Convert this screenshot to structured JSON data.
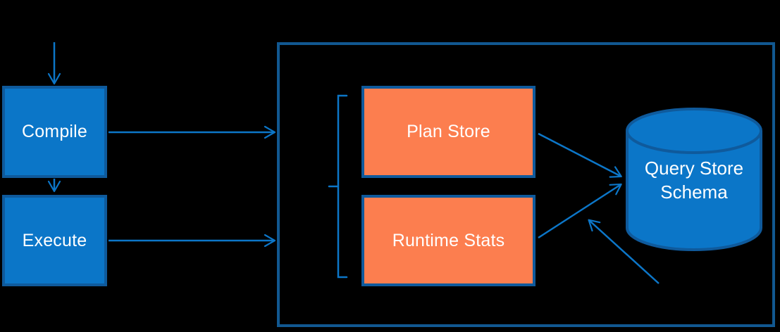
{
  "diagram": {
    "background": "#000000",
    "colors": {
      "background": "#000000",
      "node_blue": "#0B76C8",
      "node_orange": "#FC7E4F",
      "border_blue": "#0F5A9C",
      "outer_border": "#115891",
      "arrow_blue": "#0C76C8",
      "text_white": "#FFFFFF"
    },
    "nodes": {
      "compile": {
        "label": "Compile"
      },
      "execute": {
        "label": "Execute"
      },
      "plan_store": {
        "label": "Plan Store"
      },
      "runtime_stats": {
        "label": "Runtime Stats"
      },
      "query_store_schema": {
        "label": "Query Store Schema"
      }
    },
    "connectors": [
      {
        "name": "arrow-into-compile"
      },
      {
        "name": "arrow-compile-to-execute"
      },
      {
        "name": "arrow-compile-to-container"
      },
      {
        "name": "arrow-execute-to-container"
      },
      {
        "name": "arrow-plan-store-to-schema"
      },
      {
        "name": "arrow-runtime-stats-to-schema"
      },
      {
        "name": "arrow-bottom-to-schema"
      },
      {
        "name": "grouping-bracket"
      }
    ]
  }
}
